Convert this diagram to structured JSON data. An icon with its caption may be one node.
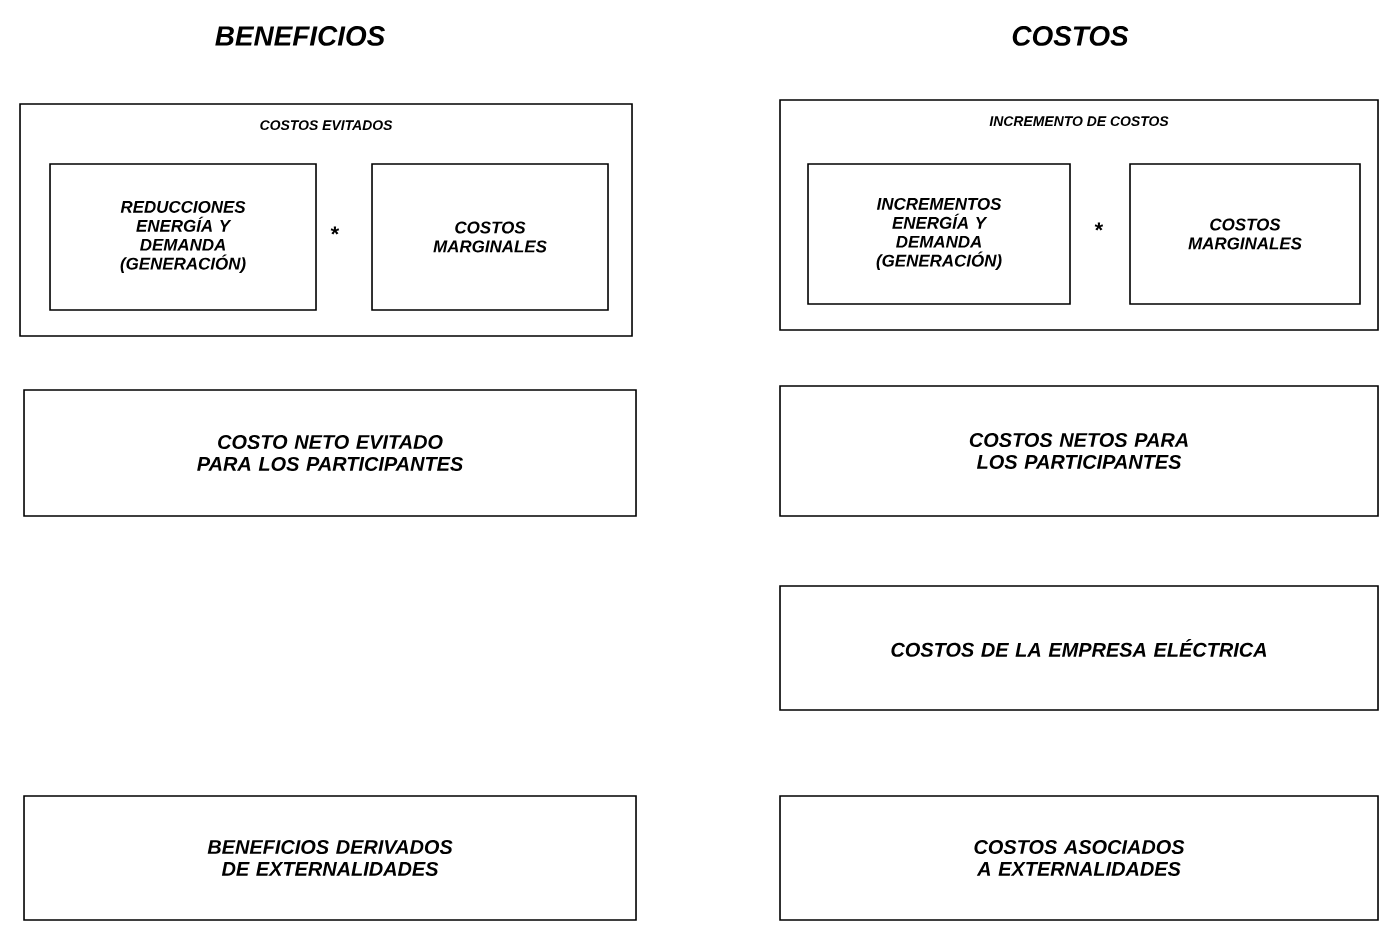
{
  "diagram": {
    "nodes": [
      {
        "text": [
          "COSTOS EVITADOS"
        ]
      },
      {
        "text": [
          "REDUCCIONES ENERGÍA Y DEMANDA (GENERACIÓN)"
        ],
        "in": 0
      },
      {
        "text": [
          "COSTOS MARGINALES"
        ],
        "in": 0
      },
      {
        "text": [
          "COSTO NETO EVITADO PARA LOS PARTICIPANTES"
        ]
      },
      {
        "text": [
          "BENEFICIOS DERIVADOS DE EXTERNALIDADES"
        ]
      },
      {
        "text": [
          "INCREMENTO DE COSTOS"
        ]
      },
      {
        "text": [
          "INCREMENTOS ENERGÍA Y DEMANDA (GENERACIÓN)"
        ],
        "in": 5
      },
      {
        "text": [
          "COSTOS MARGINALES"
        ],
        "in": 5
      },
      {
        "text": [
          "COSTOS NETOS PARA LOS PARTICIPANTES"
        ]
      },
      {
        "text": [
          "COSTOS DE LA EMPRESA ELÉCTRICA"
        ]
      },
      {
        "text": [
          "COSTOS ASOCIADOS A EXTERNALIDADES"
        ]
      }
    ],
    "labels": [
      "BENEFICIOS",
      "COSTOS",
      "*",
      "*"
    ]
  }
}
